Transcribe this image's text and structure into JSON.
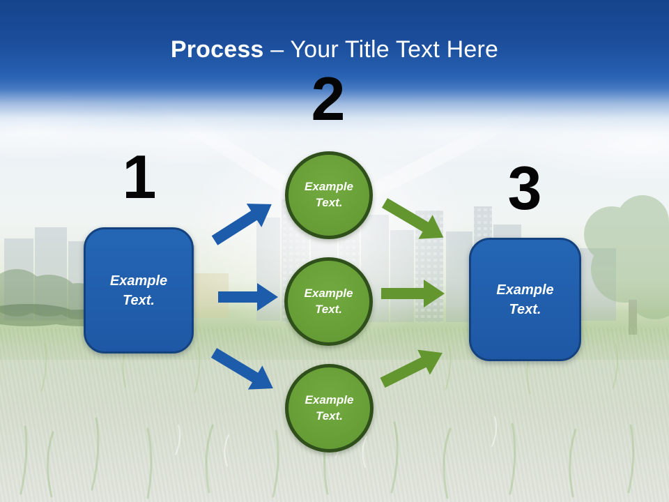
{
  "title": {
    "bold": "Process",
    "rest": "– Your Title Text Here"
  },
  "steps": {
    "one": {
      "number": "1",
      "label": "Example Text."
    },
    "two": {
      "number": "2"
    },
    "three": {
      "number": "3",
      "label": "Example Text."
    }
  },
  "circles": [
    {
      "label": "Example Text."
    },
    {
      "label": "Example Text."
    },
    {
      "label": "Example Text."
    }
  ],
  "colors": {
    "header_blue_top": "#16448c",
    "header_blue_bottom": "#2a63b4",
    "box_fill": "#2060ac",
    "box_border": "#14427e",
    "circle_fill": "#6ca33a",
    "circle_border": "#2f4f1b",
    "blue_arrow": "#1d5bab",
    "green_arrow": "#649630",
    "number_color": "#050505",
    "title_color": "#ffffff",
    "label_color": "#ffffff"
  }
}
